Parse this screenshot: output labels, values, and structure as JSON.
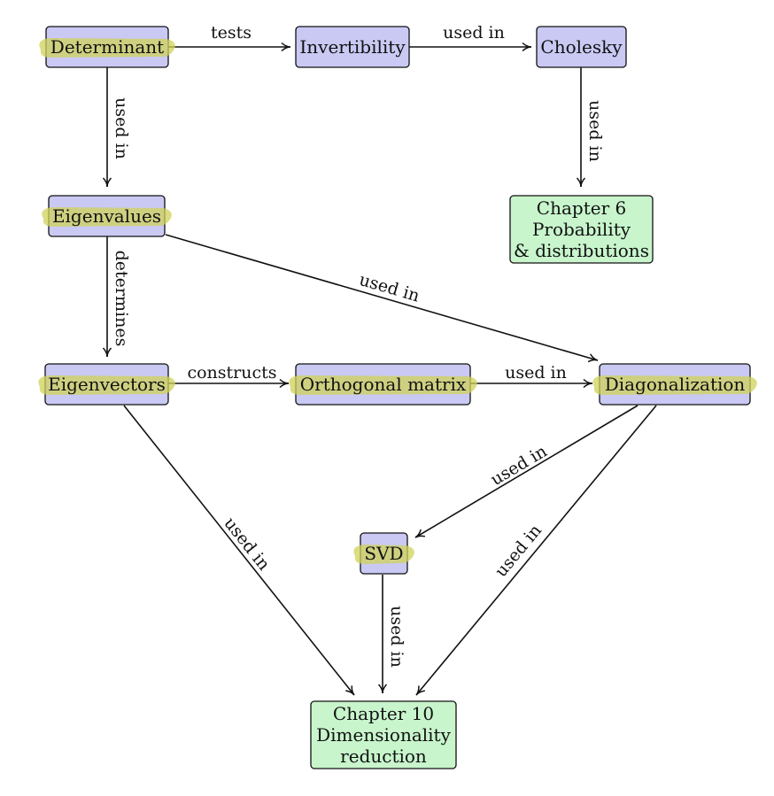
{
  "colors": {
    "concept_fill": "#c9c9f4",
    "chapter_fill": "#c8f5cc",
    "highlight": "#cfd25a",
    "line": "#111111"
  },
  "nodes": {
    "determinant": {
      "lines": [
        "Determinant"
      ],
      "kind": "concept",
      "highlighted": true
    },
    "invertibility": {
      "lines": [
        "Invertibility"
      ],
      "kind": "concept",
      "highlighted": false
    },
    "cholesky": {
      "lines": [
        "Cholesky"
      ],
      "kind": "concept",
      "highlighted": false
    },
    "eigenvalues": {
      "lines": [
        "Eigenvalues"
      ],
      "kind": "concept",
      "highlighted": true
    },
    "chapter6": {
      "lines": [
        "Chapter 6",
        "Probability",
        "& distributions"
      ],
      "kind": "chapter",
      "highlighted": false
    },
    "eigenvectors": {
      "lines": [
        "Eigenvectors"
      ],
      "kind": "concept",
      "highlighted": true
    },
    "orthogonal": {
      "lines": [
        "Orthogonal matrix"
      ],
      "kind": "concept",
      "highlighted": true
    },
    "diagonalization": {
      "lines": [
        "Diagonalization"
      ],
      "kind": "concept",
      "highlighted": true
    },
    "svd": {
      "lines": [
        "SVD"
      ],
      "kind": "concept",
      "highlighted": true
    },
    "chapter10": {
      "lines": [
        "Chapter 10",
        "Dimensionality",
        "reduction"
      ],
      "kind": "chapter",
      "highlighted": false
    }
  },
  "edges": [
    {
      "from": "determinant",
      "to": "invertibility",
      "label": "tests"
    },
    {
      "from": "invertibility",
      "to": "cholesky",
      "label": "used in"
    },
    {
      "from": "determinant",
      "to": "eigenvalues",
      "label": "used in"
    },
    {
      "from": "cholesky",
      "to": "chapter6",
      "label": "used in"
    },
    {
      "from": "eigenvalues",
      "to": "eigenvectors",
      "label": "determines"
    },
    {
      "from": "eigenvalues",
      "to": "diagonalization",
      "label": "used in"
    },
    {
      "from": "eigenvectors",
      "to": "orthogonal",
      "label": "constructs"
    },
    {
      "from": "orthogonal",
      "to": "diagonalization",
      "label": "used in"
    },
    {
      "from": "diagonalization",
      "to": "svd",
      "label": "used in"
    },
    {
      "from": "eigenvectors",
      "to": "chapter10",
      "label": "used in"
    },
    {
      "from": "svd",
      "to": "chapter10",
      "label": "used in"
    },
    {
      "from": "diagonalization",
      "to": "chapter10",
      "label": "used in"
    }
  ]
}
